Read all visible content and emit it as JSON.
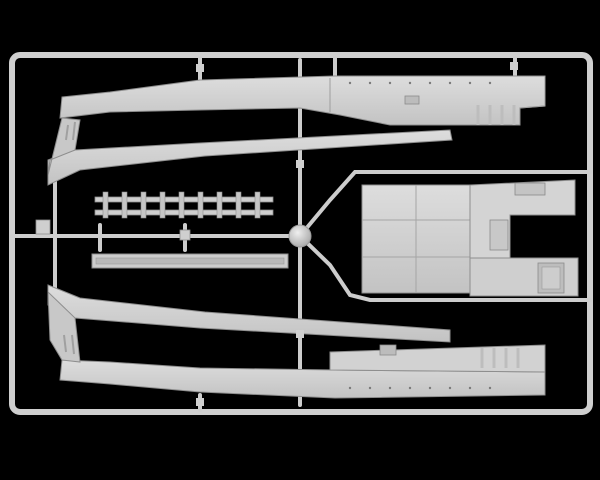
{
  "colors": {
    "background": "#000000",
    "plastic": "#cfcfcf",
    "plastic_light": "#dedede",
    "plastic_dark": "#a9a9a9",
    "outline": "#8e8e8e"
  },
  "parts": [
    "outer-frame",
    "center-hub",
    "upper-hull-side-panel",
    "lower-hull-side-panel",
    "upper-long-beam",
    "lower-long-beam",
    "ladder-rail-part",
    "channel-rail-part",
    "deck-panel-part",
    "ramp-gate-part"
  ]
}
